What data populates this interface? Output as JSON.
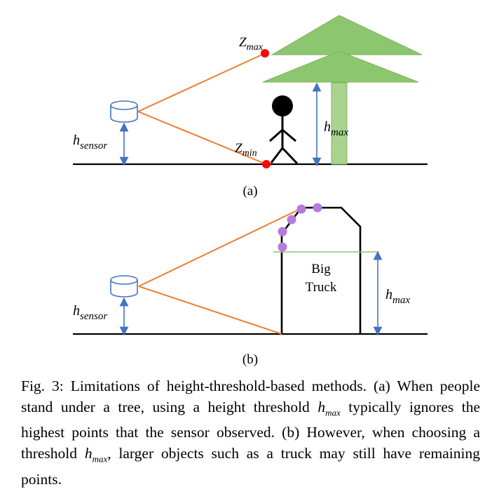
{
  "panel_a": {
    "sensor_height_label_main": "h",
    "sensor_height_label_sub": "sensor",
    "zmax_main": "Z",
    "zmax_sub": "max",
    "zmin_main": "Z",
    "zmin_sub": "min",
    "hmax_main": "h",
    "hmax_sub": "max",
    "panel_label": "(a)"
  },
  "panel_b": {
    "sensor_height_label_main": "h",
    "sensor_height_label_sub": "sensor",
    "truck_line1": "Big",
    "truck_line2": "Truck",
    "hmax_main": "h",
    "hmax_sub": "max",
    "panel_label": "(b)"
  },
  "caption": {
    "fig_label": "Fig. 3:",
    "part1": "Limitations of height-threshold-based methods. (a) When people stand under a tree, using a height threshold",
    "math1": "h",
    "math1_sub": "max",
    "part2": "typically ignores the highest points that the sensor observed. (b) However, when choosing a threshold",
    "math2": "h",
    "math2_sub": "max",
    "part3": ", larger objects such as a truck may still have remaining points."
  },
  "colors": {
    "ray": "#ED7D31",
    "measure_arrow": "#4472C4",
    "sensor": "#4472C4",
    "tree_green": "#8CC66E",
    "point_red": "#FF0000",
    "point_purple": "#B57BE0",
    "threshold_line": "#8CC66E"
  }
}
